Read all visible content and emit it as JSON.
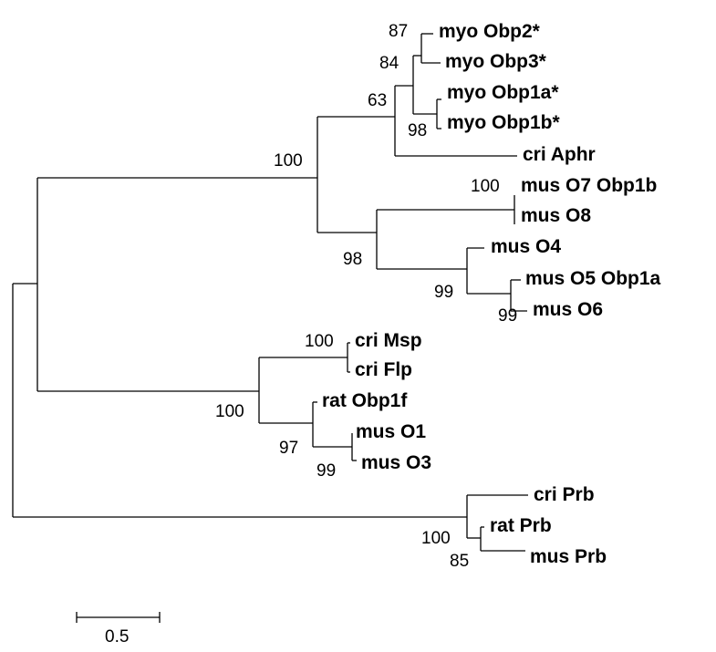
{
  "tree": {
    "line_color": "#000000",
    "nodes": [
      {
        "id": "n87",
        "support": "87"
      },
      {
        "id": "n84",
        "support": "84"
      },
      {
        "id": "n98a",
        "support": "98"
      },
      {
        "id": "n63",
        "support": "63"
      },
      {
        "id": "n100a",
        "support": "100"
      },
      {
        "id": "n100b",
        "support": "100"
      },
      {
        "id": "n98b",
        "support": "98"
      },
      {
        "id": "n99a",
        "support": "99"
      },
      {
        "id": "n99b",
        "support": "99"
      },
      {
        "id": "n100c",
        "support": "100"
      },
      {
        "id": "n100d",
        "support": "100"
      },
      {
        "id": "n97",
        "support": "97"
      },
      {
        "id": "n99c",
        "support": "99"
      },
      {
        "id": "n100e",
        "support": "100"
      },
      {
        "id": "n85",
        "support": "85"
      }
    ],
    "leaves": [
      {
        "id": "myo-obp2",
        "label": "myo Obp2*"
      },
      {
        "id": "myo-obp3",
        "label": "myo Obp3*"
      },
      {
        "id": "myo-obp1a",
        "label": "myo Obp1a*"
      },
      {
        "id": "myo-obp1b",
        "label": "myo Obp1b*"
      },
      {
        "id": "cri-aphr",
        "label": "cri Aphr"
      },
      {
        "id": "mus-o7",
        "label": "mus O7 Obp1b"
      },
      {
        "id": "mus-o8",
        "label": "mus O8"
      },
      {
        "id": "mus-o4",
        "label": "mus O4"
      },
      {
        "id": "mus-o5",
        "label": "mus O5 Obp1a"
      },
      {
        "id": "mus-o6",
        "label": "mus O6"
      },
      {
        "id": "cri-msp",
        "label": "cri Msp"
      },
      {
        "id": "cri-flp",
        "label": "cri Flp"
      },
      {
        "id": "rat-obp1f",
        "label": "rat Obp1f"
      },
      {
        "id": "mus-o1",
        "label": "mus O1"
      },
      {
        "id": "mus-o3",
        "label": "mus O3"
      },
      {
        "id": "cri-prb",
        "label": "cri Prb"
      },
      {
        "id": "rat-prb",
        "label": "rat Prb"
      },
      {
        "id": "mus-prb",
        "label": "mus Prb"
      }
    ],
    "scale_bar": {
      "label": "0.5",
      "value": 0.5
    }
  }
}
